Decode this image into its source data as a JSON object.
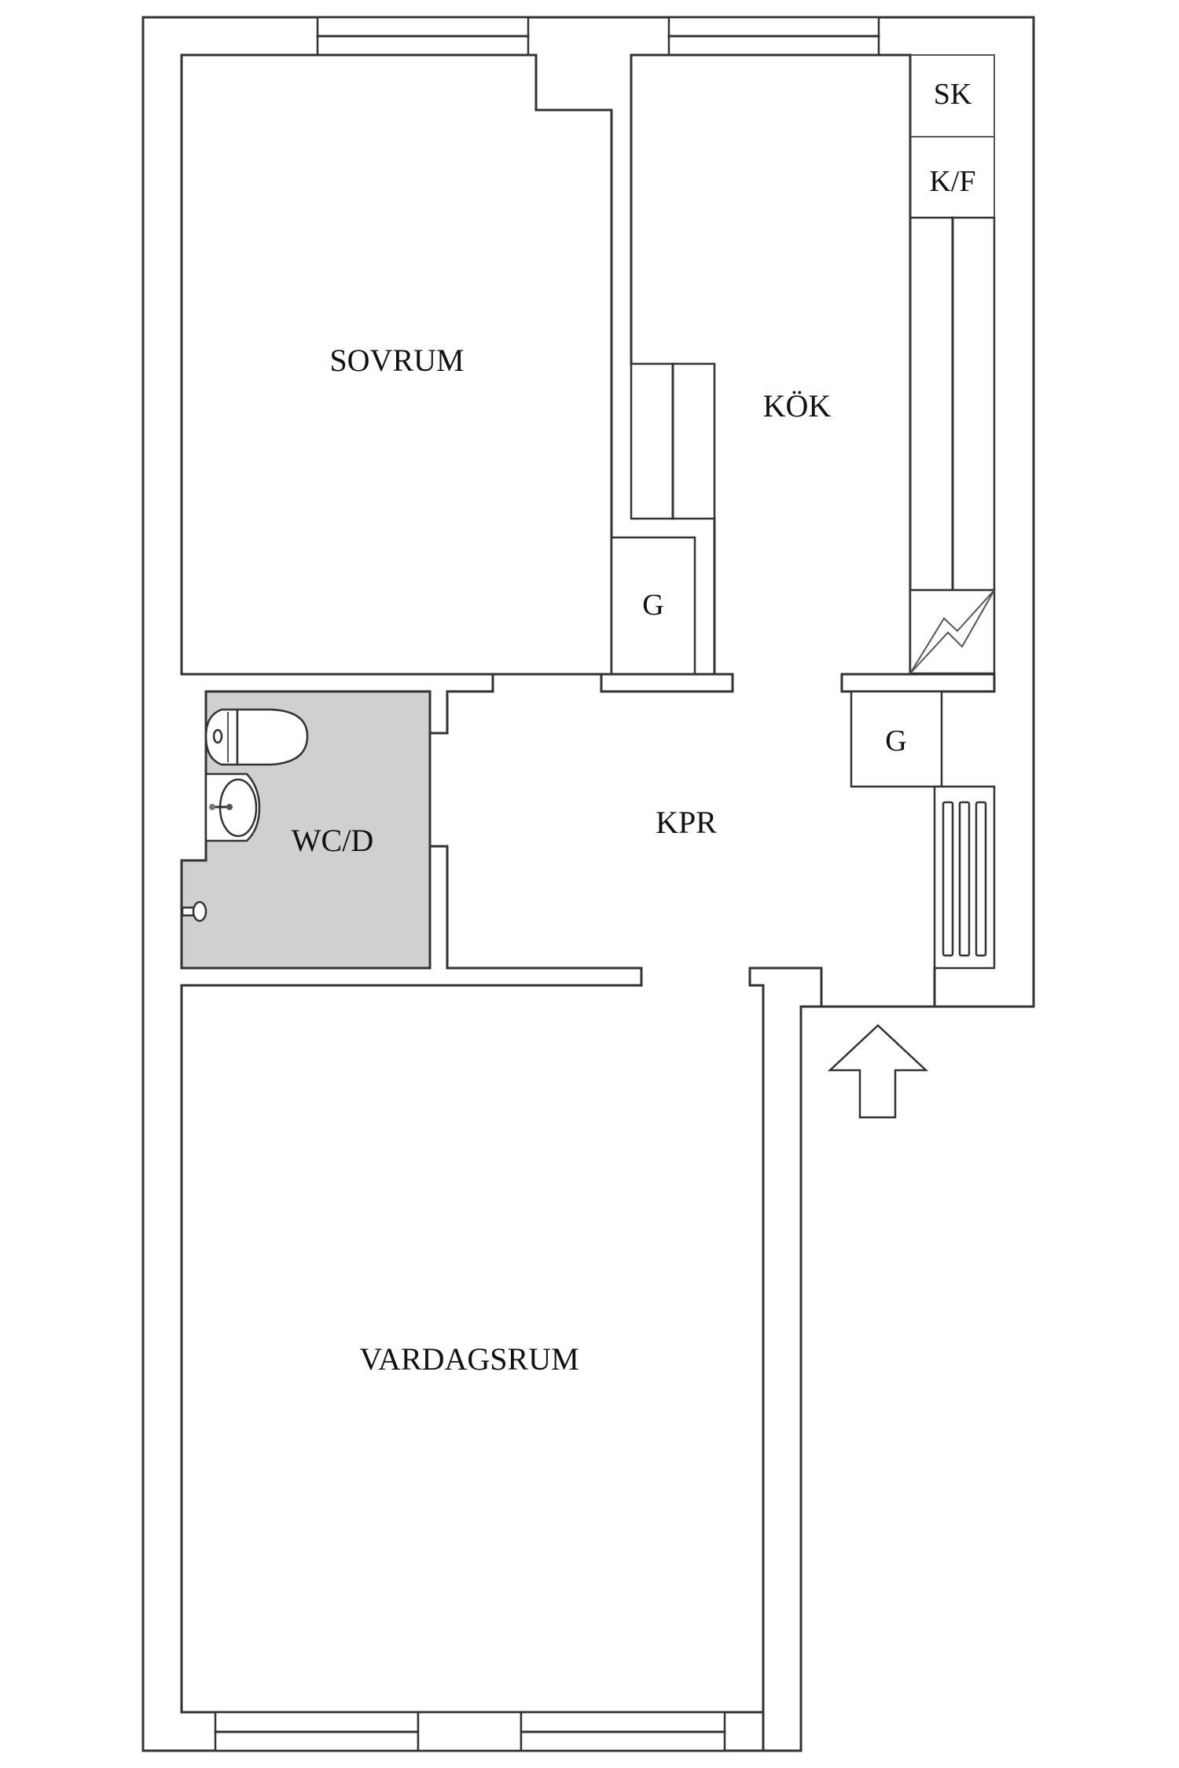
{
  "plan": {
    "background": "#ffffff",
    "wall_color": "#333333",
    "wc_fill_color": "#d0d0d0",
    "rooms": {
      "sovrum": {
        "label": "SOVRUM"
      },
      "kok": {
        "label": "KÖK"
      },
      "kpr": {
        "label": "KPR"
      },
      "wc": {
        "label": "WC/D"
      },
      "vardagsrum": {
        "label": "VARDAGSRUM"
      }
    },
    "fixtures": {
      "sk": {
        "label": "SK"
      },
      "kf": {
        "label": "K/F"
      },
      "g_hall": {
        "label": "G"
      },
      "g_entry": {
        "label": "G"
      }
    },
    "icons": [
      "window-icon",
      "toilet-icon",
      "sink-icon",
      "shower-icon",
      "stove-icon",
      "radiator-icon",
      "entrance-arrow-icon"
    ]
  }
}
